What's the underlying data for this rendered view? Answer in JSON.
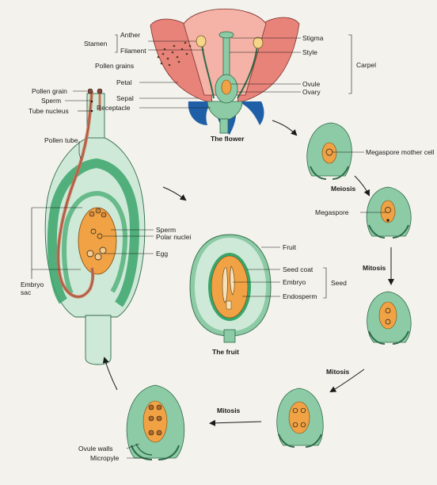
{
  "colors": {
    "background": "#f4f2ec",
    "petal": "#e8837a",
    "petal_light": "#f4b3a6",
    "sepal": "#1f5fa8",
    "tissue": "#8ccba6",
    "tissue_dark": "#3aa56a",
    "tissue_light": "#cfe9d8",
    "sac": "#f0a244",
    "pollen_tube": "#c9755a",
    "line": "#1a1a1a"
  },
  "flower": {
    "title": "The flower",
    "stamen": "Stamen",
    "anther": "Anther",
    "filament": "Filament",
    "pollen_grains": "Pollen grains",
    "petal": "Petal",
    "sepal": "Sepal",
    "receptacle": "Receptacle",
    "stigma": "Stigma",
    "style": "Style",
    "carpel": "Carpel",
    "ovule": "Ovule",
    "ovary": "Ovary"
  },
  "cycle": {
    "megaspore_mother_cell": "Megaspore mother cell",
    "meiosis": "Meiosis",
    "megaspore": "Megaspore",
    "mitosis_1": "Mitosis",
    "mitosis_2": "Mitosis",
    "mitosis_3": "Mitosis",
    "ovule_walls": "Ovule walls",
    "micropyle": "Micropyle"
  },
  "fertilization": {
    "pollen_grain": "Pollen grain",
    "sperm_top": "Sperm",
    "tube_nucleus": "Tube nucleus",
    "pollen_tube": "Pollen tube",
    "sperm": "Sperm",
    "polar_nuclei": "Polar nuclei",
    "egg": "Egg",
    "embryo_sac": "Embryo\nsac"
  },
  "fruit": {
    "title": "The fruit",
    "fruit": "Fruit",
    "seed_coat": "Seed coat",
    "embryo": "Embryo",
    "endosperm": "Endosperm",
    "seed": "Seed"
  }
}
